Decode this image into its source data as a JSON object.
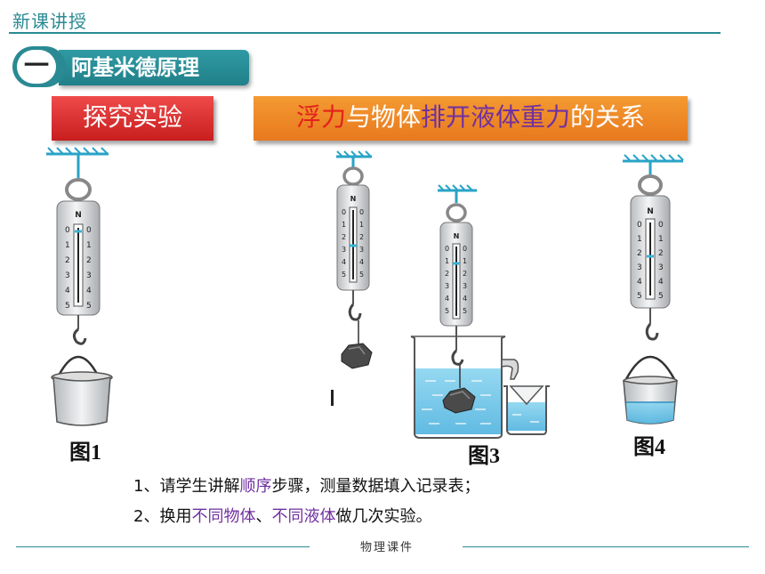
{
  "header": {
    "title": "新课讲授"
  },
  "section": {
    "number": "一",
    "title": "阿基米德原理"
  },
  "experiment_label": "探究实验",
  "topic": {
    "part1": "浮力",
    "part2": "与物体",
    "part3": "排开液体重力",
    "part4": "的关系",
    "colors": {
      "part1": "#e3211b",
      "part2": "#ffffff",
      "part3": "#7030a0",
      "part4": "#ffffff"
    }
  },
  "figures": {
    "fig1": {
      "caption": "图1",
      "scale_unit": "N",
      "scale_left": [
        "0",
        "1",
        "2",
        "3",
        "4",
        "5"
      ],
      "scale_right": [
        "0",
        "1",
        "2",
        "3",
        "4",
        "5"
      ]
    },
    "fig2": {
      "scale_unit": "N",
      "scale_left": [
        "0",
        "1",
        "2",
        "3",
        "4",
        "5"
      ],
      "scale_right": [
        "0",
        "1",
        "2",
        "3",
        "4",
        "5"
      ]
    },
    "fig3": {
      "caption": "图3",
      "scale_unit": "N",
      "scale_left": [
        "0",
        "1",
        "2",
        "3",
        "4",
        "5"
      ],
      "scale_right": [
        "0",
        "1",
        "2",
        "3",
        "4",
        "5"
      ]
    },
    "fig4": {
      "caption": "图4",
      "scale_unit": "N",
      "scale_left": [
        "0",
        "1",
        "2",
        "3",
        "4",
        "5"
      ],
      "scale_right": [
        "0",
        "1",
        "2",
        "3",
        "4",
        "5"
      ]
    }
  },
  "notes": {
    "line1": {
      "a": "1、请学生讲解",
      "b": "顺序",
      "c": "步骤，测量数据填入记录表；"
    },
    "line2": {
      "a": "2、换用",
      "b": "不同物体",
      "c": "、",
      "d": "不同液体",
      "e": "做几次实验。"
    },
    "highlight_color": "#7030a0"
  },
  "footer": {
    "text": "物理课件"
  },
  "colors": {
    "accent": "#2a8a93",
    "experiment_red": "#d42a2a",
    "topic_orange": "#ef8a28",
    "water": "#5ec0e6",
    "gauge_cyan": "#35b6d8"
  }
}
